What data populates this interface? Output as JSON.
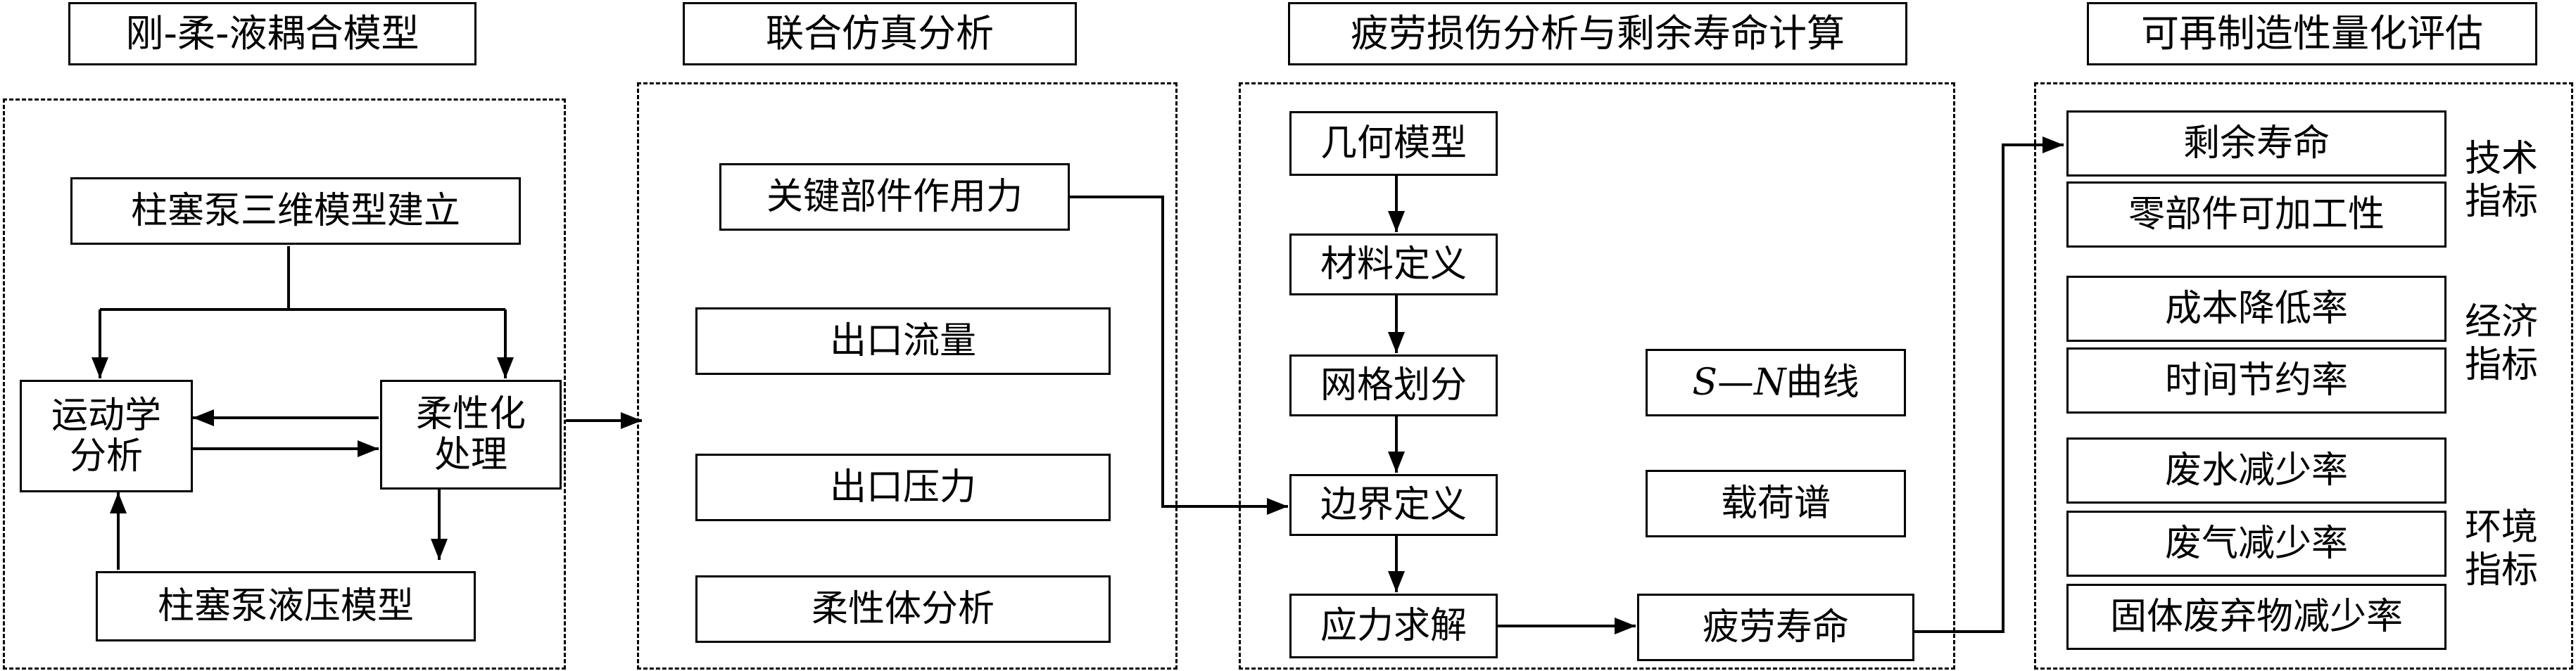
{
  "headers": {
    "h1": "刚-柔-液耦合模型",
    "h2": "联合仿真分析",
    "h3": "疲劳损伤分析与剩余寿命计算",
    "h4": "可再制造性量化评估"
  },
  "panel1": {
    "build": "柱塞泵三维模型建立",
    "kin_line1": "运动学",
    "kin_line2": "分析",
    "flex_line1": "柔性化",
    "flex_line2": "处理",
    "hydraulic": "柱塞泵液压模型"
  },
  "panel2": {
    "force": "关键部件作用力",
    "flow": "出口流量",
    "pressure": "出口压力",
    "flexbody": "柔性体分析"
  },
  "panel3": {
    "geometry": "几何模型",
    "material": "材料定义",
    "mesh": "网格划分",
    "boundary": "边界定义",
    "stress": "应力求解",
    "sn_s": "S",
    "sn_dash": "—",
    "sn_n": "N",
    "sn_rest": "曲线",
    "load": "载荷谱",
    "life": "疲劳寿命"
  },
  "panel4": {
    "remaining": "剩余寿命",
    "machinability": "零部件可加工性",
    "cost": "成本降低率",
    "time": "时间节约率",
    "water": "废水减少率",
    "gas": "废气减少率",
    "solid": "固体废弃物减少率",
    "tech_line1": "技术",
    "tech_line2": "指标",
    "econ_line1": "经济",
    "econ_line2": "指标",
    "env_line1": "环境",
    "env_line2": "指标"
  }
}
